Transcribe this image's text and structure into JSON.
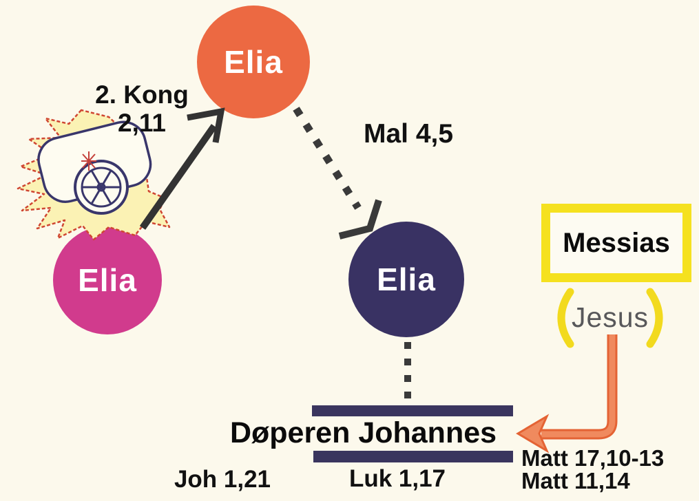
{
  "nodes": {
    "heaven": {
      "label": "Elia",
      "color": "#ec6942"
    },
    "prophet": {
      "label": "Elia",
      "color": "#d13b8d"
    },
    "promised": {
      "label": "Elia",
      "color": "#393263"
    }
  },
  "references": {
    "kong_line1": "2. Kong",
    "kong_line2": "2,11",
    "mal": "Mal 4,5",
    "joh": "Joh 1,21",
    "luk": "Luk 1,17",
    "matt_1": "Matt 17,10-13",
    "matt_2": "Matt 11,14"
  },
  "messias": {
    "label": "Messias",
    "sub_label": "Jesus",
    "frame_color": "#f5e11f",
    "paren_open": "(",
    "paren_close": ")"
  },
  "johannes": {
    "label": "Døperen Johannes",
    "bar_color": "#3a355e"
  },
  "icons": {
    "chariot": "fiery-chariot-icon"
  },
  "colors": {
    "background": "#fcf9ec",
    "arrow_dark": "#333333",
    "arrow_orange": "#ee7a50",
    "jesus_text": "#58585a"
  }
}
